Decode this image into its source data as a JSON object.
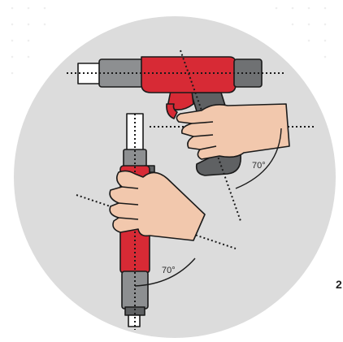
{
  "figure": {
    "top_tool": {
      "angle_label": "70°"
    },
    "bottom_tool": {
      "angle_label": "70°"
    },
    "page_number": "2"
  },
  "colors": {
    "background_circle": "#dcdcdc",
    "tool_red": "#d72a35",
    "tool_gray": "#8d8f91",
    "tool_dark": "#5f6163",
    "skin": "#f2c8ad",
    "outline": "#1a1a1a"
  }
}
